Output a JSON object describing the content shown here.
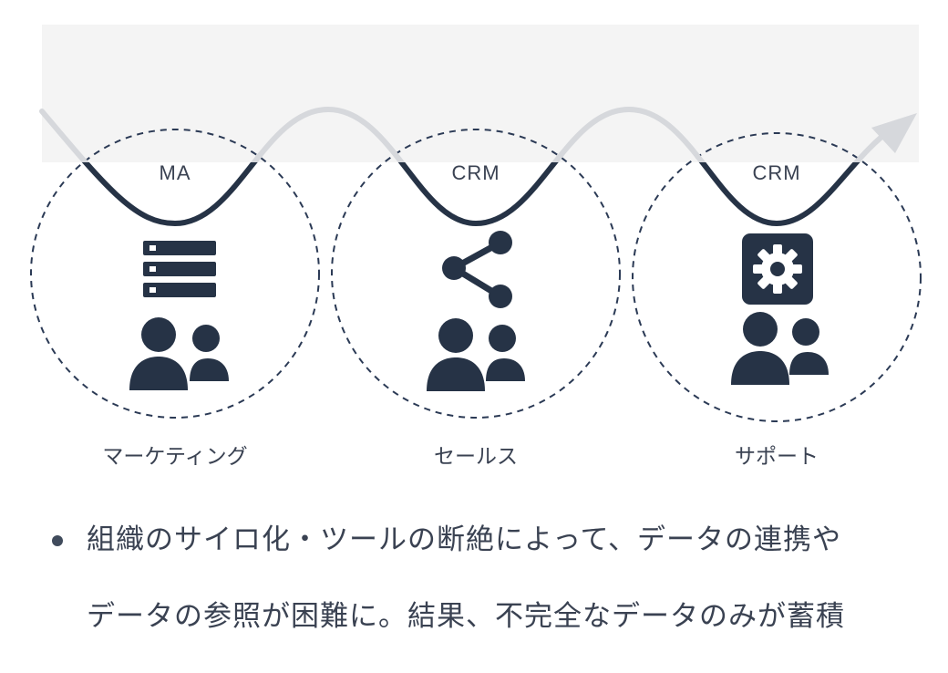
{
  "diagram": {
    "stages": [
      {
        "tool": "MA",
        "label": "マーケティング",
        "icon": "database-icon"
      },
      {
        "tool": "CRM",
        "label": "セールス",
        "icon": "share-icon"
      },
      {
        "tool": "CRM",
        "label": "サポート",
        "icon": "gear-icon"
      }
    ],
    "colors": {
      "dark": "#263346",
      "light_wave": "#d6d8dc",
      "band": "#f4f4f4",
      "circle": "#2b3a55"
    }
  },
  "bullet": {
    "line1": "組織のサイロ化・ツールの断絶によって、データの連携や",
    "line2": "データの参照が困難に。結果、不完全なデータのみが蓄積"
  }
}
